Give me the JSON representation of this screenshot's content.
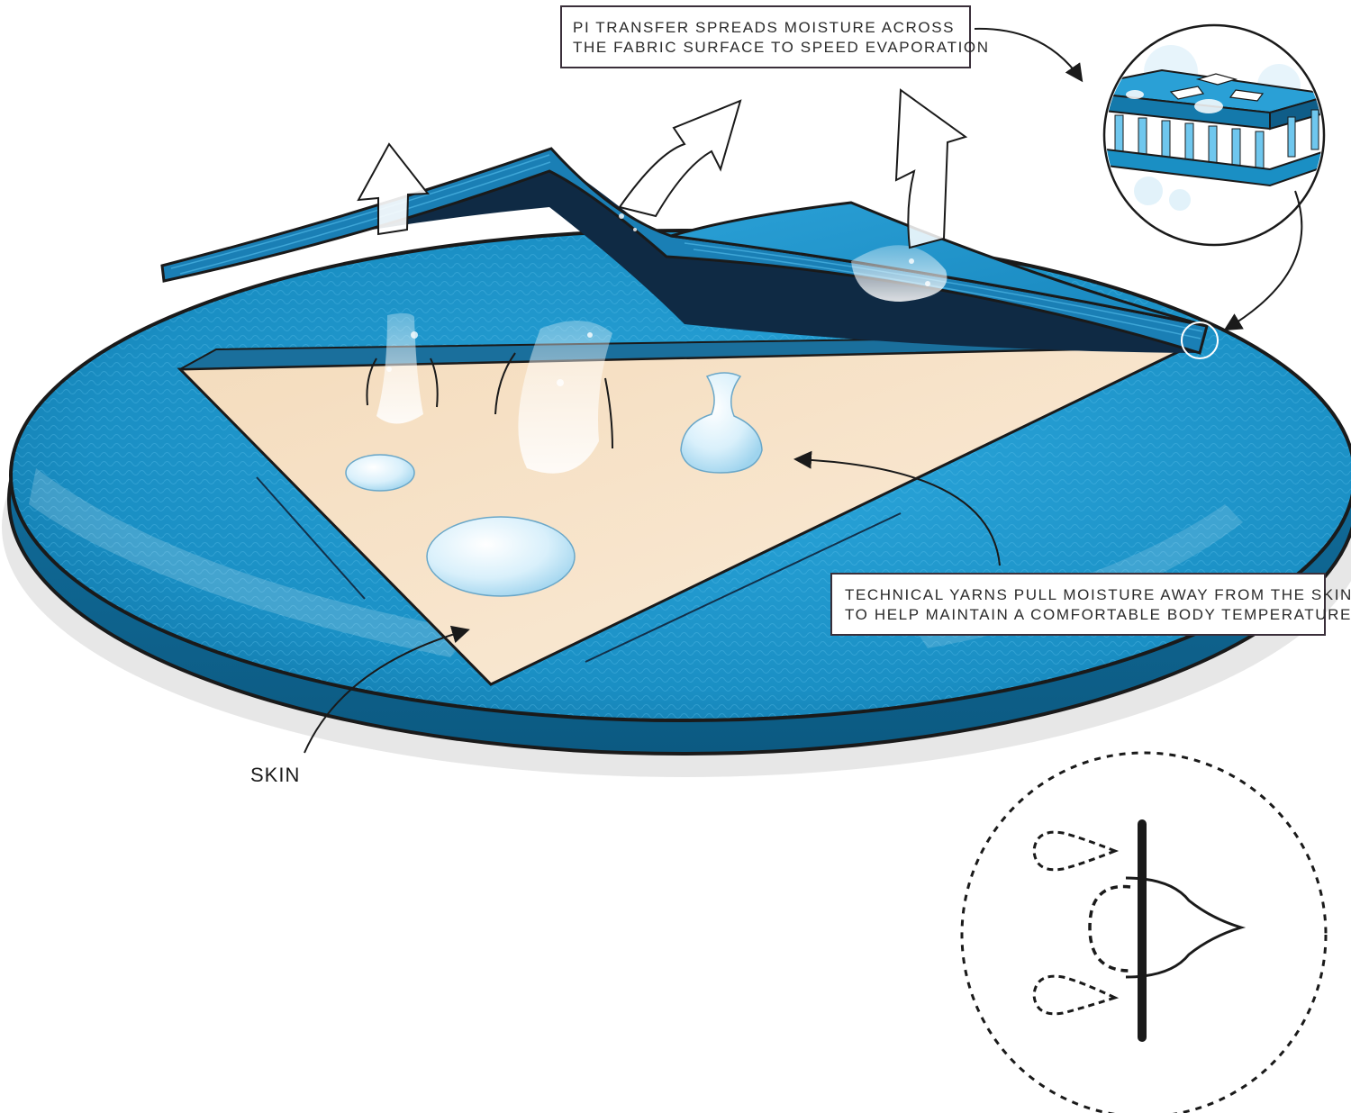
{
  "callouts": {
    "pi_transfer": {
      "line1": "PI TRANSFER SPREADS MOISTURE ACROSS",
      "line2": "THE FABRIC SURFACE TO SPEED EVAPORATION"
    },
    "technical_yarns": {
      "line1": "TECHNICAL YARNS PULL MOISTURE AWAY FROM THE SKIN",
      "line2": "TO HELP MAINTAIN A COMFORTABLE BODY TEMPERATURE"
    }
  },
  "labels": {
    "skin": "SKIN"
  },
  "icons": [
    "evaporation-arrow-icon",
    "moisture-droplet-icon",
    "fabric-layer-detail-icon",
    "moisture-wicking-symbol-icon"
  ],
  "colors": {
    "fabric_blue": "#1a8fc4",
    "fabric_dark": "#0f2a44",
    "skin": "#f6e3c8",
    "outline": "#1a1a1a"
  }
}
